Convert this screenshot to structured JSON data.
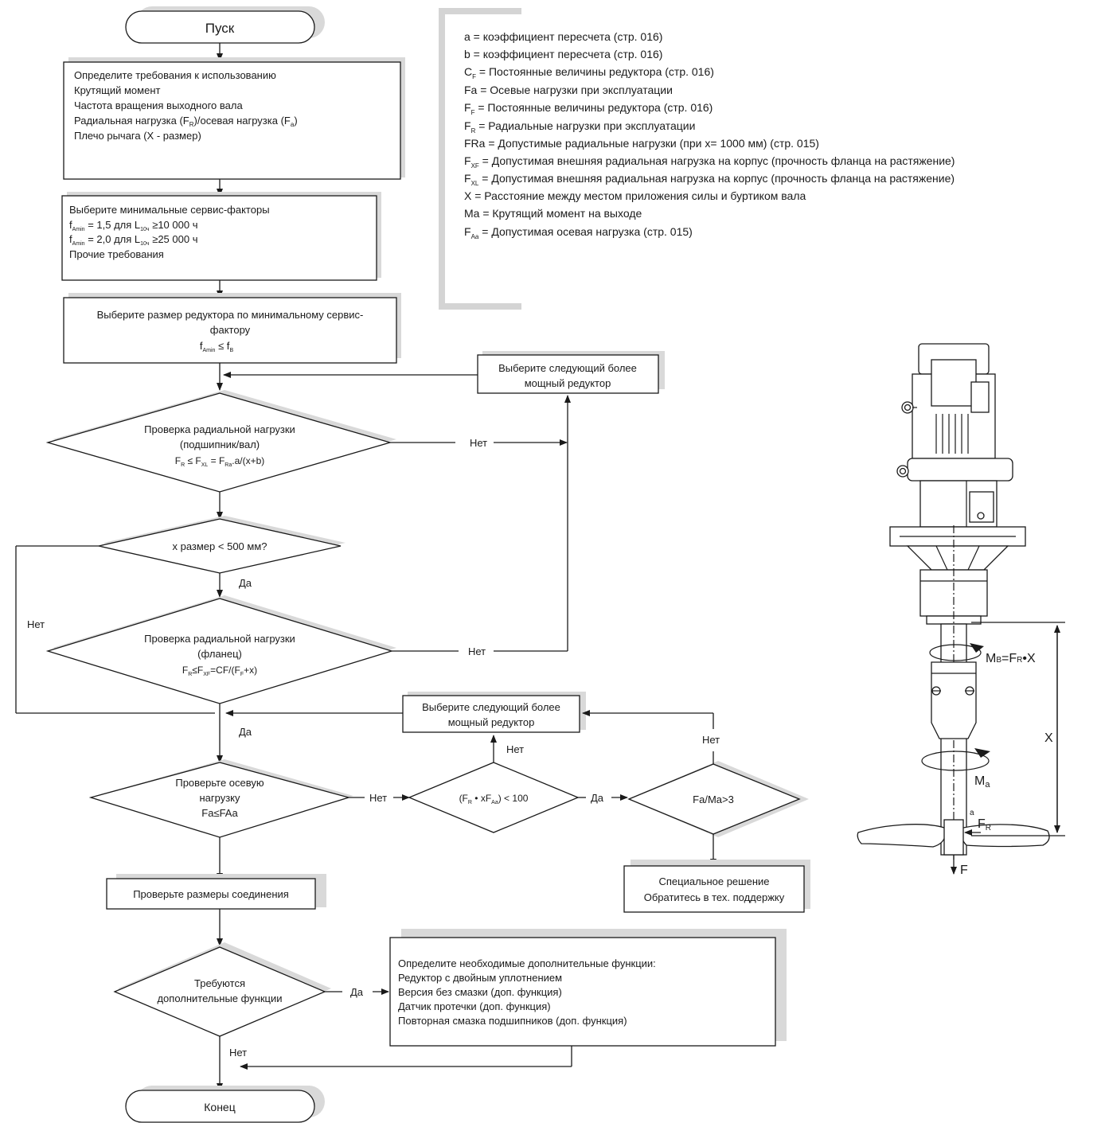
{
  "start": {
    "label": "Пуск"
  },
  "end": {
    "label": "Конец"
  },
  "box1": {
    "lines": [
      "Определите требования к использованию",
      "Крутящий момент",
      "Частота вращения выходного вала",
      "Плечо рычага (X - размер)"
    ],
    "radial_pre": "Радиальная нагрузка (F",
    "radial_sub1": "R",
    "radial_mid": ")/осевая нагрузка (F",
    "radial_sub2": "a",
    "radial_post": ")"
  },
  "box2": {
    "line1": "Выберите минимальные сервис-факторы",
    "f": "f",
    "amin": "Amin",
    "l": "L",
    "l10": "10ч",
    "r1a": " = 1,5 для ",
    "r1b": " ≥10 000 ч",
    "r2a": " = 2,0 для ",
    "r2b": " ≥25 000 ч",
    "line4": "Прочие требования"
  },
  "box3": {
    "line1": "Выберите размер редуктора по минимальному сервис-",
    "line2": "фактору",
    "le": " ≤ f",
    "b": "B"
  },
  "next1": {
    "line1": "Выберите следующий более",
    "line2": "мощный редуктор"
  },
  "next2": {
    "line1": "Выберите следующий более",
    "line2": "мощный редуктор"
  },
  "d1": {
    "line1": "Проверка радиальной нагрузки",
    "line2": "(подшипник/вал)",
    "F": "F",
    "R": "R",
    "le1": " ≤ F",
    "XL": "XL",
    "eq": " = F",
    "Ra": "Ra",
    "tail": ".a/(x+b)"
  },
  "d2": {
    "label": "x размер < 500 мм?"
  },
  "d3": {
    "line1": "Проверка радиальной нагрузки",
    "line2": "(фланец)",
    "F": "F",
    "R": "R",
    "le": "≤F",
    "XF": "XF",
    "mid": "=CF/(F",
    "Fs": "F",
    "tail": "+x)"
  },
  "d4": {
    "line1": "Проверьте осевую",
    "line2": "нагрузку",
    "line3": "Fa≤FAa"
  },
  "d5": {
    "pre": "(F",
    "R": "R",
    "mid": " • xF",
    "Aa": "Aa",
    "post": ") < 100"
  },
  "d6": {
    "label": "Fa/Ma>3"
  },
  "d7": {
    "line1": "Требуются",
    "line2": "дополнительные функции"
  },
  "special": {
    "line1": "Специальное решение",
    "line2": "Обратитесь в тех. поддержку"
  },
  "conn": {
    "label": "Проверьте размеры соединения"
  },
  "extra": {
    "lines": [
      "Определите необходимые дополнительные функции:",
      "Редуктор с двойным уплотнением",
      "Версия без смазки (доп. функция)",
      "Датчик протечки (доп. функция)",
      "Повторная смазка подшипников (доп. функция)"
    ]
  },
  "labels": {
    "no": "Нет",
    "yes": "Да"
  },
  "legend": [
    {
      "pre": "a = коэффициент пересчета (стр. 016)"
    },
    {
      "pre": "b = коэффициент пересчета (стр. 016)"
    },
    {
      "sym": "C",
      "sub": "F",
      "post": " = Постоянные величины редуктора (стр. 016)"
    },
    {
      "pre": "Fa = Осевые нагрузки при эксплуатации"
    },
    {
      "sym": "F",
      "sub": "F",
      "post": " = Постоянные величины редуктора (стр. 016)"
    },
    {
      "sym": "F",
      "sub": "R",
      "post": " = Радиальные нагрузки при эксплуатации"
    },
    {
      "pre": "FRa = Допустимые радиальные нагрузки (при x= 1000 мм) (стр. 015)"
    },
    {
      "sym": "F",
      "sub": "XF",
      "post": " = Допустимая внешняя радиальная нагрузка на корпус (прочность фланца на растяжение)"
    },
    {
      "sym": "F",
      "sub": "XL",
      "post": " = Допустимая внешняя радиальная нагрузка на корпус (прочность фланца на растяжение)"
    },
    {
      "pre": "X = Расстояние между местом приложения силы и буртиком вала"
    },
    {
      "pre": "Ma = Крутящий момент на выходе"
    },
    {
      "sym": "F",
      "sub": "Aa",
      "post": " = Допустимая осевая нагрузка (стр. 015)"
    }
  ],
  "drawing": {
    "mb_pre": "M",
    "mb_sub": "B",
    "mb_mid": "=F",
    "mb_sub2": "R",
    "mb_post": "•X",
    "x": "X",
    "ma": "M",
    "ma_sub": "a",
    "fr": "F",
    "fr_sub": "R",
    "f": "F",
    "a": "a"
  }
}
